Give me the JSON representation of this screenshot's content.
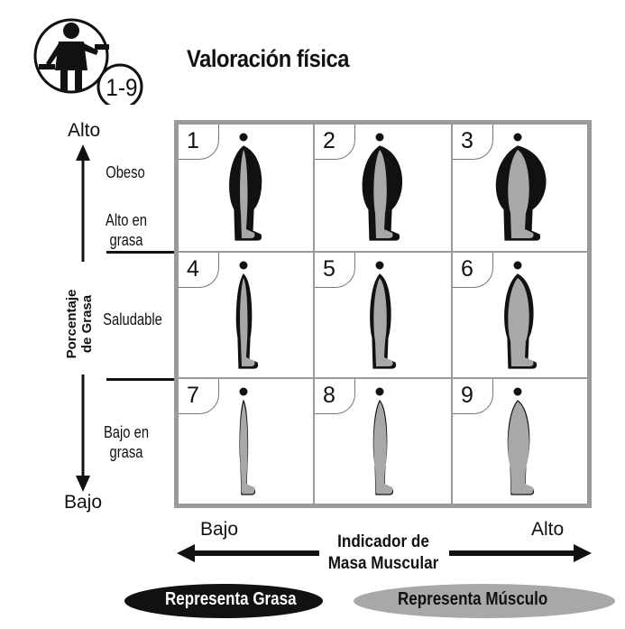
{
  "header": {
    "title": "Valoración física",
    "icon_name": "weightlifter-icon",
    "icon_badge": "1-9"
  },
  "y_axis": {
    "title_line1": "Porcentaje",
    "title_line2": "de Grasa",
    "top_label": "Alto",
    "bottom_label": "Bajo",
    "categories": [
      {
        "lines": [
          "Obeso"
        ]
      },
      {
        "lines": [
          "Alto en",
          "grasa"
        ]
      },
      {
        "lines": [
          "Saludable"
        ]
      },
      {
        "lines": [
          "Bajo en",
          "grasa"
        ]
      }
    ]
  },
  "x_axis": {
    "left_label": "Bajo",
    "right_label": "Alto",
    "title_line1": "Indicador de",
    "title_line2": "Masa Muscular"
  },
  "cells": [
    {
      "number": "1",
      "fat": 3,
      "muscle": 1
    },
    {
      "number": "2",
      "fat": 3,
      "muscle": 2
    },
    {
      "number": "3",
      "fat": 3,
      "muscle": 3
    },
    {
      "number": "4",
      "fat": 2,
      "muscle": 1
    },
    {
      "number": "5",
      "fat": 2,
      "muscle": 2
    },
    {
      "number": "6",
      "fat": 2,
      "muscle": 3
    },
    {
      "number": "7",
      "fat": 1,
      "muscle": 1
    },
    {
      "number": "8",
      "fat": 1,
      "muscle": 2
    },
    {
      "number": "9",
      "fat": 1,
      "muscle": 3
    }
  ],
  "legend": {
    "fat_label": "Representa Grasa",
    "muscle_label": "Representa Músculo"
  },
  "colors": {
    "fat": "#111111",
    "muscle": "#a8a8a8",
    "grid_border": "#9a9a9a"
  }
}
